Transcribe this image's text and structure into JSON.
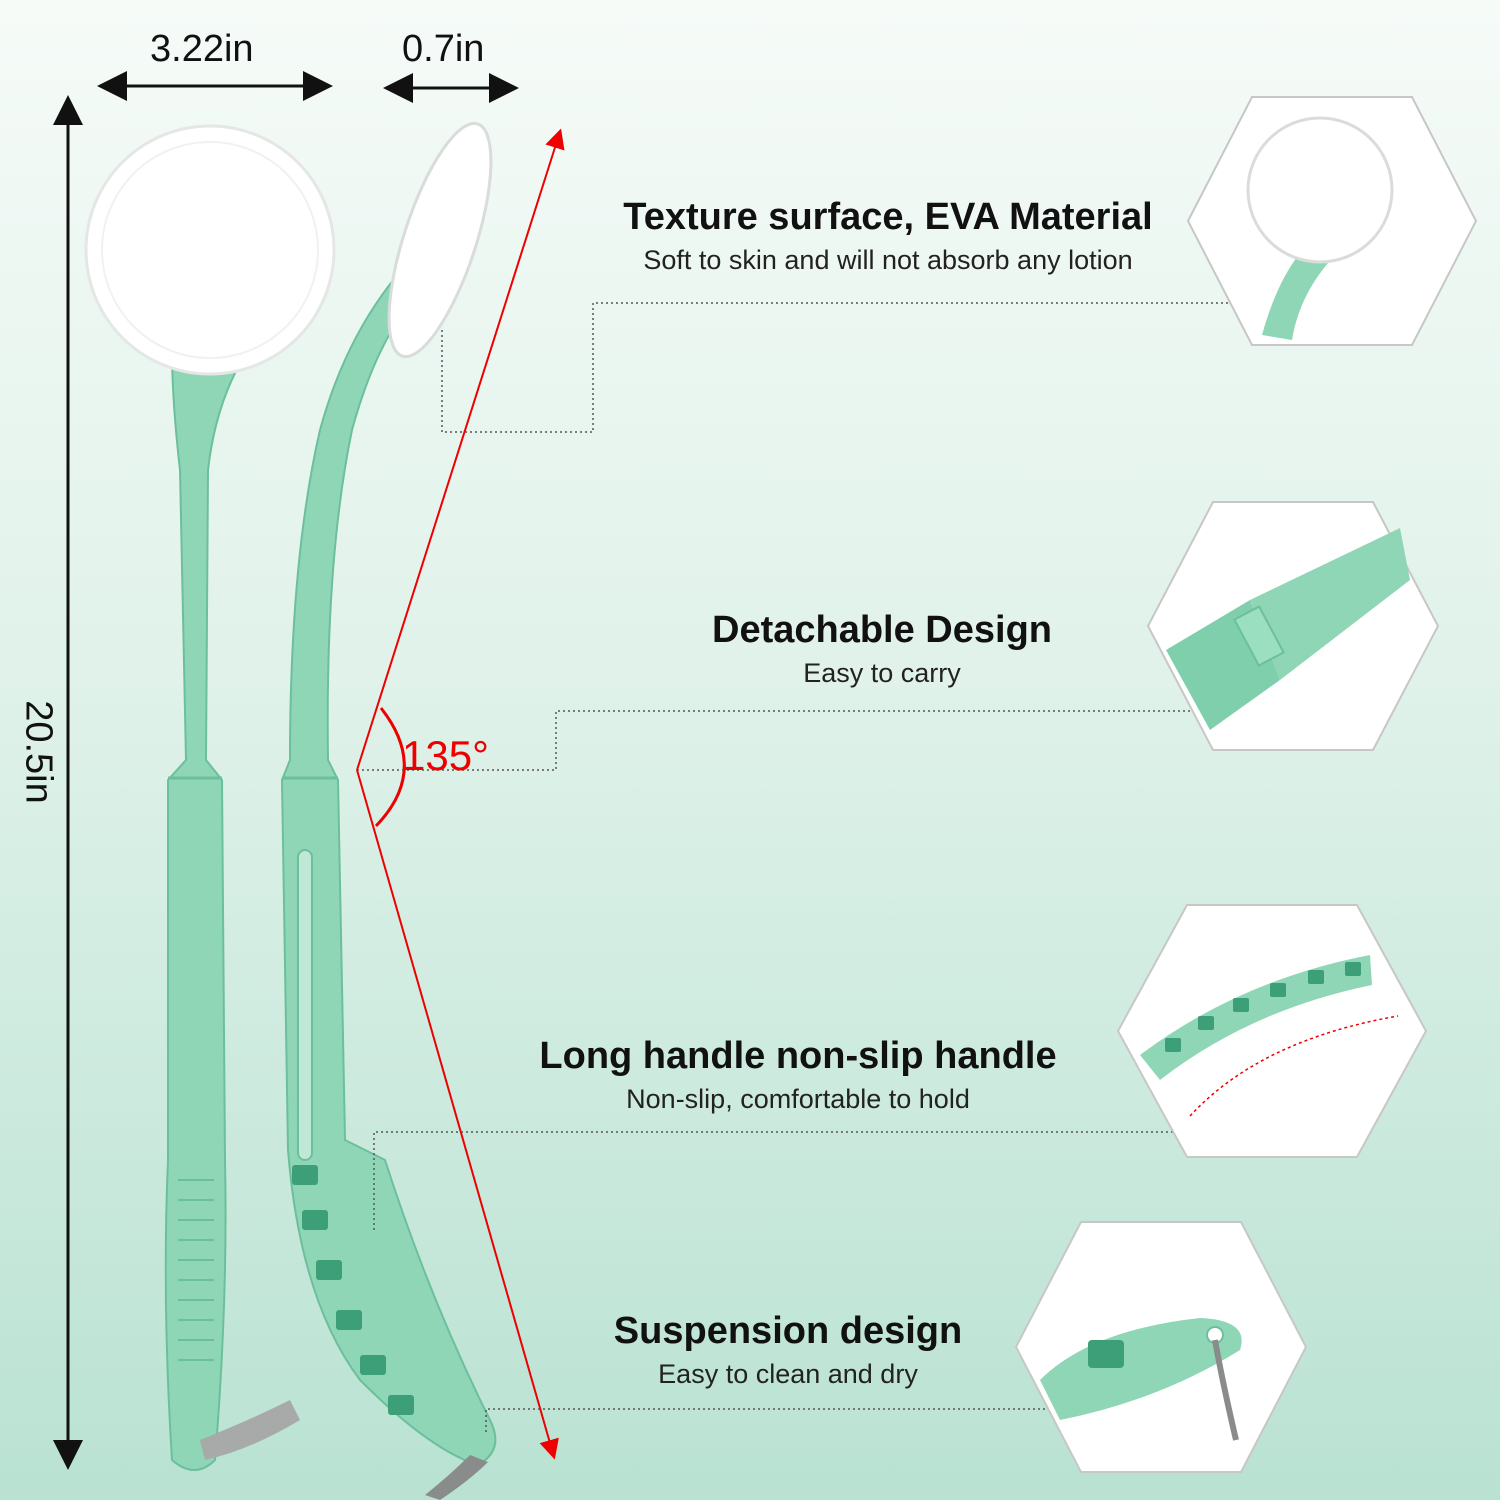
{
  "dimensions": {
    "width": "3.22in",
    "thickness": "0.7in",
    "length": "20.5in",
    "angle": "135°"
  },
  "features": [
    {
      "title": "Texture surface, EVA Material",
      "subtitle": "Soft to skin and will not absorb any lotion"
    },
    {
      "title": "Detachable Design",
      "subtitle": "Easy to carry"
    },
    {
      "title": "Long handle non-slip handle",
      "subtitle": "Non-slip, comfortable to hold"
    },
    {
      "title": "Suspension design",
      "subtitle": "Easy to clean and dry"
    }
  ],
  "colors": {
    "handle": "#8fd6b7",
    "pad": "#ffffff",
    "annotation": "#e00000",
    "background": "#dff1e9"
  }
}
